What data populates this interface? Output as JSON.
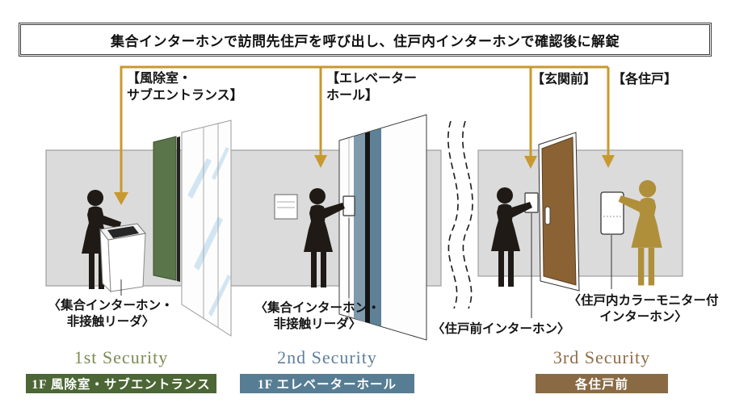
{
  "banner": {
    "text": "集合インターホンで訪問先住戸を呼び出し、住戸内インターホンで確認後に解錠"
  },
  "zones": [
    {
      "line1": "【風除室・",
      "line2": "サブエントランス】"
    },
    {
      "line1": "【エレベーター",
      "line2": "ホール】"
    },
    {
      "line1": "【玄関前】",
      "line2": ""
    },
    {
      "line1": "【各住戸】",
      "line2": ""
    }
  ],
  "captions": [
    {
      "line1": "〈集合インターホン・",
      "line2": "非接触リーダ〉"
    },
    {
      "line1": "〈集合インターホン・",
      "line2": "非接触リーダ〉"
    },
    {
      "line1": "〈住戸前インターホン〉",
      "line2": ""
    },
    {
      "line1": "〈住戸内カラーモニター付",
      "line2": "インターホン〉"
    }
  ],
  "security_levels": [
    {
      "rank": "1st Security",
      "location": "1F 風除室・サブエントランス",
      "rank_color": "#7C8B52",
      "box_color": "#4C6635"
    },
    {
      "rank": "2nd Security",
      "location": "1F エレベーターホール",
      "rank_color": "#5F7F9B",
      "box_color": "#567D93"
    },
    {
      "rank": "3rd Security",
      "location": "各住戸前",
      "rank_color": "#8E6C46",
      "box_color": "#8A6A44"
    }
  ],
  "colors": {
    "arrow_gold": "#C8992F",
    "wall_gray": "#DBDBDB",
    "door_green": "#5A7549",
    "door_brown": "#8A6234",
    "elevator_blue_light": "#7E9AAB",
    "elevator_blue_dark": "#5E8198",
    "glass_blue": "#C3DCEE",
    "silhouette_visitor": "#1F1A16",
    "silhouette_resident": "#B08F3A"
  }
}
